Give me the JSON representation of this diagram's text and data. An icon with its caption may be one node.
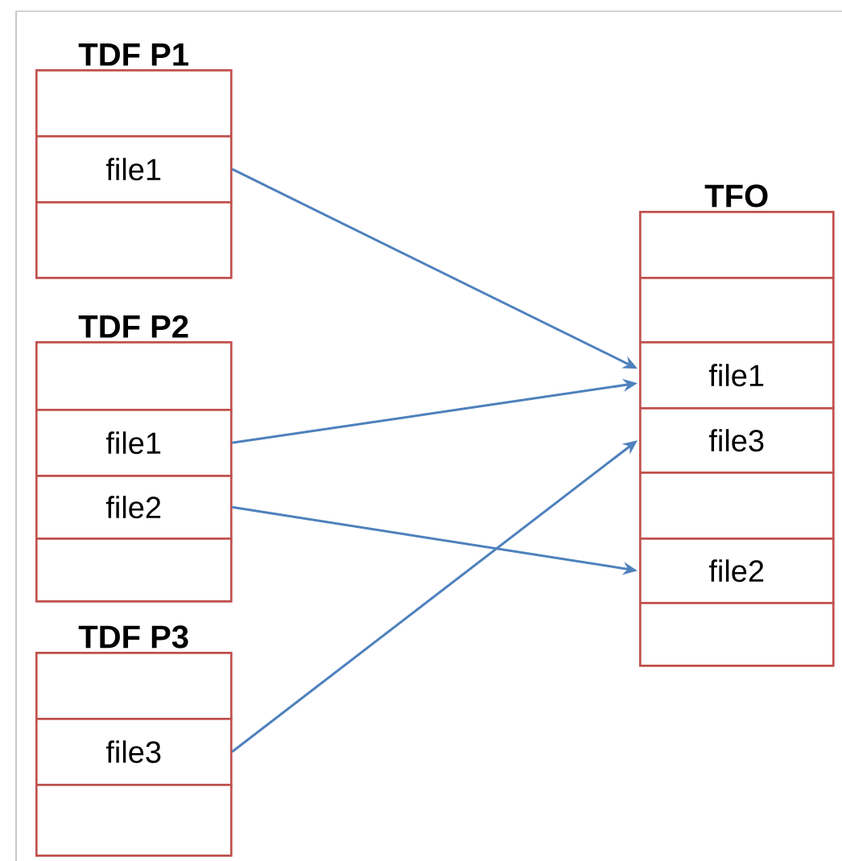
{
  "diagram": {
    "nodes": [
      {
        "text": [
          "TDF P1"
        ]
      },
      {
        "text": [],
        "shape": "box",
        "in": 0
      },
      {
        "text": [
          "file1"
        ],
        "in": 0
      },
      {
        "text": [],
        "shape": "box",
        "in": 0
      },
      {
        "text": [
          "TDF P2"
        ]
      },
      {
        "text": [],
        "shape": "box",
        "in": 4
      },
      {
        "text": [
          "file1"
        ],
        "in": 4
      },
      {
        "text": [
          "file2"
        ],
        "in": 4
      },
      {
        "text": [],
        "shape": "box",
        "in": 4
      },
      {
        "text": [
          "TDF P3"
        ]
      },
      {
        "text": [],
        "shape": "box",
        "in": 9
      },
      {
        "text": [
          "file3"
        ],
        "in": 9
      },
      {
        "text": [],
        "shape": "box",
        "in": 9
      },
      {
        "text": [
          "TFO"
        ]
      },
      {
        "text": [],
        "shape": "box",
        "in": 13
      },
      {
        "text": [],
        "shape": "box",
        "in": 13
      },
      {
        "text": [
          "file1"
        ],
        "in": 13
      },
      {
        "text": [
          "file3"
        ],
        "in": 13
      },
      {
        "text": [],
        "shape": "box",
        "in": 13
      },
      {
        "text": [
          "file2"
        ],
        "in": 13
      },
      {
        "text": [],
        "shape": "box",
        "in": 13
      }
    ],
    "edges": [
      {
        "from": 2,
        "to": 16,
        "arrow": "to"
      },
      {
        "from": 6,
        "to": 16,
        "arrow": "to"
      },
      {
        "from": 7,
        "to": 19,
        "arrow": "to"
      },
      {
        "from": 11,
        "to": 17,
        "arrow": "to"
      }
    ]
  }
}
